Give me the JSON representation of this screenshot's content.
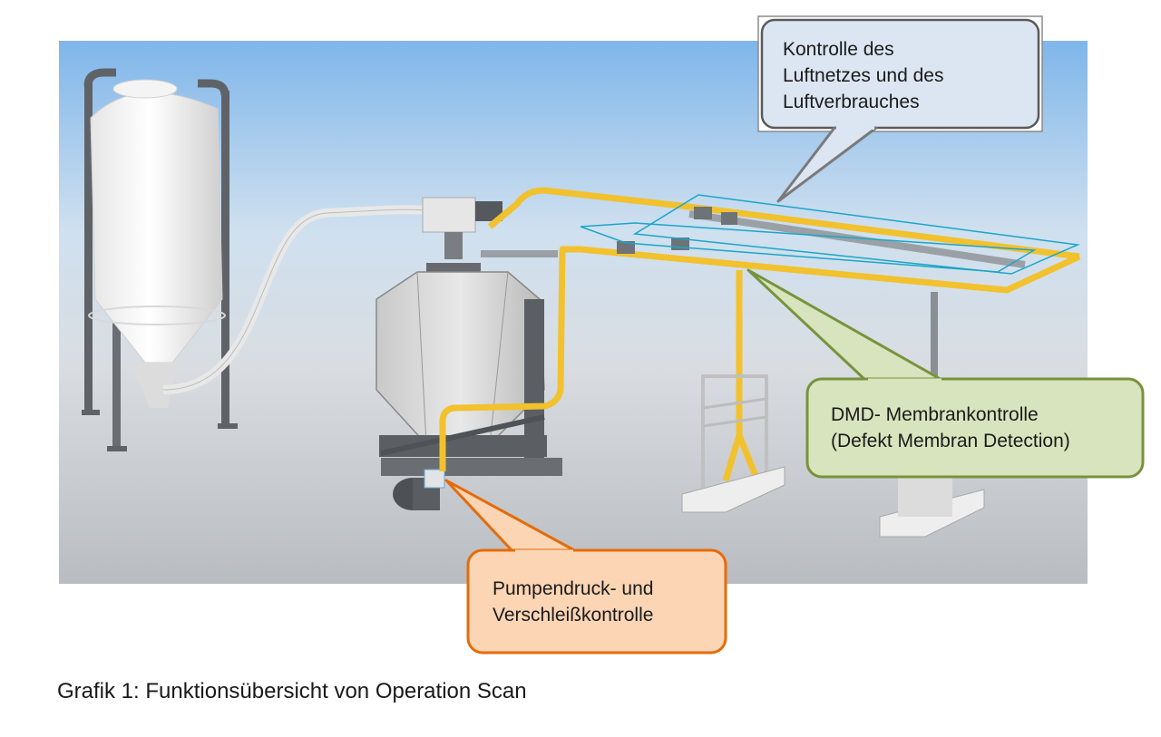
{
  "callouts": {
    "air_network": "Kontrolle des\nLuftnetzes und des\nLuftverbrauches",
    "membrane": "DMD- Membrankontrolle\n(Defekt Membran Detection)",
    "pump": "Pumpendruck- und\nVerschleißkontrolle"
  },
  "caption": "Grafik 1: Funktionsübersicht von Operation Scan",
  "colors": {
    "pipe_yellow": "#f2c12e",
    "sensor_line_cyan": "#1aa6c8",
    "callout_air_fill": "#dce6f2",
    "callout_air_border": "#5a5a5a",
    "callout_dmd_fill": "#d7e4bd",
    "callout_dmd_border": "#77933c",
    "callout_pump_fill": "#fcd5b5",
    "callout_pump_border": "#e46c0a"
  },
  "icons": [
    "silo",
    "conveying-hose",
    "hopper-vessel",
    "pump-motor",
    "feeder-trough",
    "air-pipeline"
  ]
}
